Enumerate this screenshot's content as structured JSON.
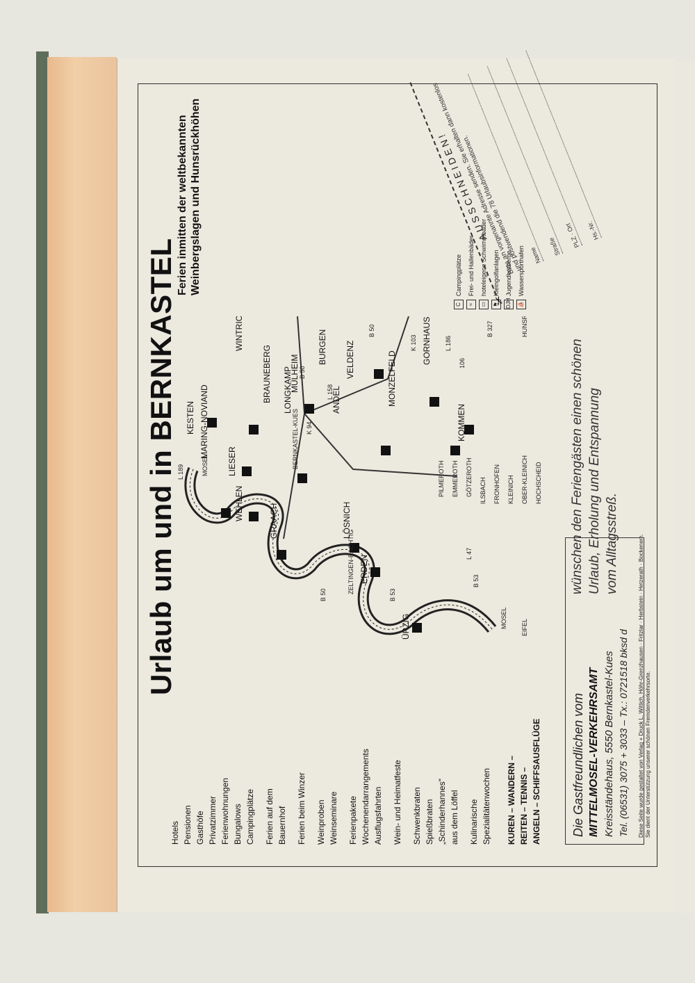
{
  "title": "Urlaub um und in BERNKASTEL",
  "subtitle": [
    "Ferien inmitten der weltbekannten",
    "Weinbergslagen und Hunsrückhöhen"
  ],
  "services": [
    [
      "Hotels",
      "Pensionen",
      "Gasthöfe",
      "Privatzimmer",
      "Ferienwohnungen",
      "Bungalows",
      "Campingplätze"
    ],
    [
      "Ferien auf dem",
      "Bauernhof"
    ],
    [
      "Ferien beim Winzer"
    ],
    [
      "Weinproben",
      "Weinseminare"
    ],
    [
      "Ferienpakete",
      "Wochenendarrangements",
      "Ausflugsfahrten"
    ],
    [
      "Wein- und Heimatfeste"
    ],
    [
      "Schwenkbraten",
      "Spießbraten",
      "„Schinderhannes\"",
      "aus dem Löffel"
    ],
    [
      "Kulinarische",
      "Spezialitätenwochen"
    ]
  ],
  "activities": [
    "KUREN – WANDERN –",
    "REITEN – TENNIS –",
    "ANGELN – SCHIFFSAUSFLÜGE"
  ],
  "box": {
    "greeting": "Die Gastfreundlichen vom",
    "org": "MITTELMOSEL-VERKEHRSAMT",
    "address": "Kreisständehaus, 5550 Bernkastel-Kues",
    "tel": "Tel. (06531) 3075 + 3033 – Tx.: 0721518 bksd d"
  },
  "slogan": [
    "wünschen den Feriengästen einen schönen",
    "Urlaub, Erholung und Entspannung",
    "vom Alltagsstreß."
  ],
  "fineprint": [
    "Diese Seite wurde gestaltet von Verlag + Druck L. Wittich, Höhr-Grenzhausen · Fritzlar · Herbstein · Hetzerath · Bockenem.",
    "Sie dient der Unterstützung unserer schönen Fremdenverkehrsorte."
  ],
  "legend": [
    {
      "icon": "camping-icon",
      "label": "Campingplätze"
    },
    {
      "icon": "pool-icon",
      "label": "Frei- und Hallenbäder"
    },
    {
      "icon": "hotel-pool-icon",
      "label": "hoteleigene Schwimmbäder"
    },
    {
      "icon": "minigolf-icon",
      "label": "Kleingolfanlagen"
    },
    {
      "icon": "youth-hostel-icon",
      "label": "Jugendherberge"
    },
    {
      "icon": "sailboat-icon",
      "label": "Wassersporthafen"
    }
  ],
  "legend_djh": "DJH",
  "coupon": {
    "cut": "AUSSCHNEIDEN!",
    "text": [
      "Bitte an vorgenannte Adresse senden. Sie erhalten dann kostenlos",
      "und postwendend die 78 Urlaubsinformationen."
    ],
    "fields": [
      "Name",
      "Straße",
      "PLZ · Ort",
      "Hs.-Nr."
    ]
  },
  "map": {
    "towns": [
      "ÜRZIG",
      "ERDEN",
      "LÖSNICH",
      "ZELTINGEN-RACHTIG",
      "GRAACH",
      "WEHLEN",
      "BERNKASTEL-KUES",
      "LIESER",
      "MARING-NOVIAND",
      "KESTEN",
      "BRAUNEBERG",
      "MÜLHEIM",
      "ANDEL",
      "VELDENZ",
      "BURGEN",
      "WINTRICH",
      "MONZELFELD",
      "GORNHAUSEN",
      "LONGKAMP",
      "KOMMEN",
      "PILMEROTH",
      "EMMEROTH",
      "GÖTZEROTH",
      "ILSBACH",
      "FRONHOFEN",
      "KLEINICH",
      "OBER-KLEINICH",
      "HOCHSCHEID"
    ],
    "roads": [
      "B 53",
      "B 50",
      "L 189",
      "L 47",
      "K 94",
      "L 158",
      "B 50",
      "K 103",
      "L 186",
      "B 327",
      "B 50",
      "B 53",
      "106"
    ],
    "regions": [
      "EIFEL",
      "HUNSRÜCK",
      "MOSEL",
      "MOSEL"
    ]
  }
}
